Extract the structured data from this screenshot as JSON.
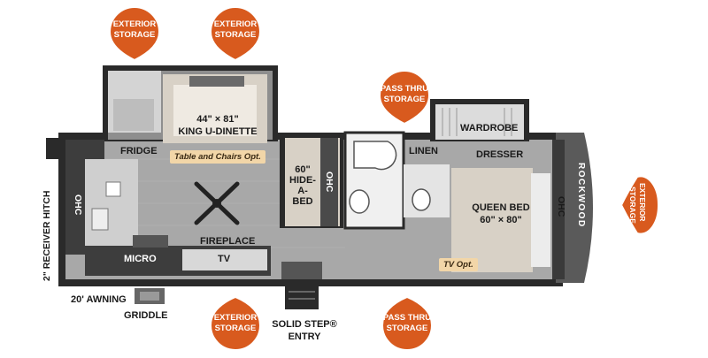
{
  "colors": {
    "badge": "#d85a1e",
    "badge_stroke": "#ffffff",
    "walls": "#2a2a2a",
    "floor": "#a9a9a9",
    "counter": "#3d3d3d",
    "option": "#f2d6a8"
  },
  "badges": {
    "exterior_storage_top_left": [
      "EXTERIOR",
      "STORAGE"
    ],
    "exterior_storage_top_center": [
      "EXTERIOR",
      "STORAGE"
    ],
    "pass_thru_storage_top": [
      "PASS THRU",
      "STORAGE"
    ],
    "exterior_storage_right": [
      "EXTERIOR",
      "STORAGE"
    ],
    "exterior_storage_bottom": [
      "EXTERIOR",
      "STORAGE"
    ],
    "pass_thru_storage_bottom": [
      "PASS THRU",
      "STORAGE"
    ]
  },
  "labels": {
    "dinette_size": "44\" × 81\"",
    "dinette_name": "KING U-DINETTE",
    "table_chairs_option": "Table and Chairs Opt.",
    "fridge": "FRIDGE",
    "hide_a_bed": [
      "60\"",
      "HIDE-",
      "A-",
      "BED"
    ],
    "ohc_slide": "OHC",
    "linen": "LINEN",
    "wardrobe": "WARDROBE",
    "dresser": "DRESSER",
    "queen_bed_name": "QUEEN BED",
    "queen_bed_size": "60\" × 80\"",
    "tv_option": "TV Opt.",
    "ohc_front": "OHC",
    "ohc_rear": "OHC",
    "fireplace": "FIREPLACE",
    "tv": "TV",
    "micro": "MICRO",
    "receiver_hitch": "2\" RECEIVER HITCH",
    "awning": "20' AWNING",
    "griddle": "GRIDDLE",
    "solid_step": "SOLID STEP®",
    "entry": "ENTRY",
    "brand": "ROCKWOOD"
  }
}
